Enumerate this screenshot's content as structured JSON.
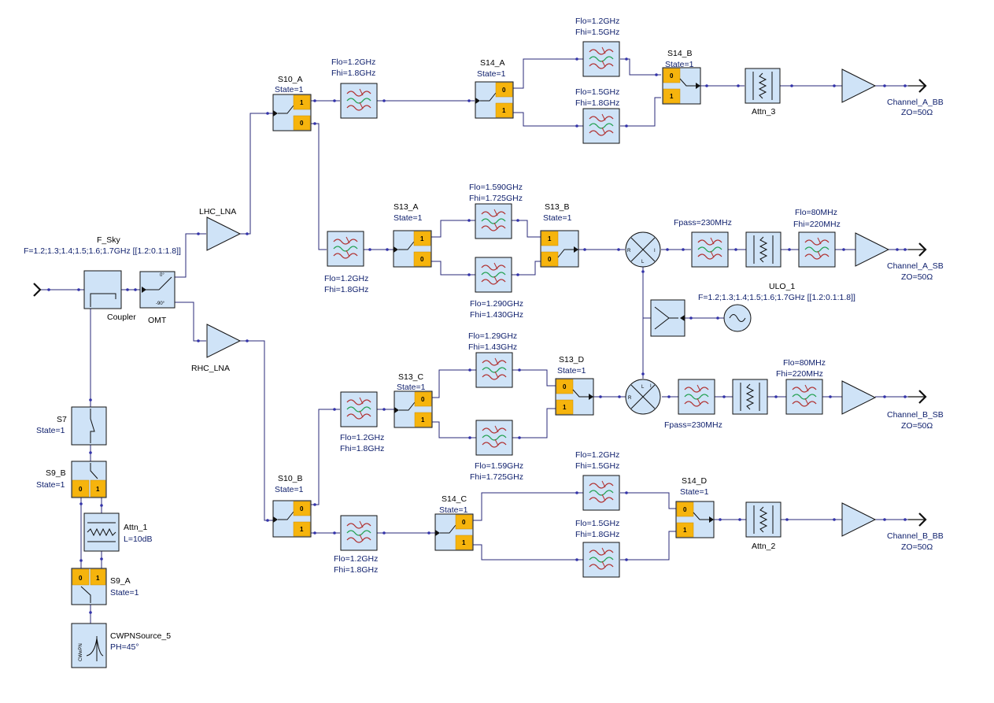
{
  "colors": {
    "block_fill": "#cfe3f7",
    "port_fill": "#f6b40d",
    "wire": "#28287a",
    "label": "#0c1d6b",
    "filter_red": "#b03030",
    "filter_green": "#22a050"
  },
  "ports": {
    "zero": "0",
    "one": "1"
  },
  "omt": {
    "deg0": "0°",
    "deg90": "-90°"
  },
  "mixer": {
    "r": "R",
    "i": "I",
    "l": "L"
  },
  "cwpn_inner": "CWwPN",
  "source": {
    "name": "F_Sky",
    "freq": "F=1.2;1.3;1.4;1.5;1.6;1.7GHz [[1.2:0.1:1.8]]"
  },
  "coupler": "Coupler",
  "omt_label": "OMT",
  "amps": {
    "lhc": "LHC_LNA",
    "rhc": "RHC_LNA"
  },
  "switches": {
    "s10a": {
      "name": "S10_A",
      "state": "State=1"
    },
    "s10b": {
      "name": "S10_B",
      "state": "State=1"
    },
    "s14a": {
      "name": "S14_A",
      "state": "State=1"
    },
    "s14b": {
      "name": "S14_B",
      "state": "State=1"
    },
    "s13a": {
      "name": "S13_A",
      "state": "State=1"
    },
    "s13b": {
      "name": "S13_B",
      "state": "State=1"
    },
    "s13c": {
      "name": "S13_C",
      "state": "State=1"
    },
    "s13d": {
      "name": "S13_D",
      "state": "State=1"
    },
    "s14c": {
      "name": "S14_C",
      "state": "State=1"
    },
    "s14d": {
      "name": "S14_D",
      "state": "State=1"
    },
    "s7": {
      "name": "S7",
      "state": "State=1"
    },
    "s9b": {
      "name": "S9_B",
      "state": "State=1"
    },
    "s9a": {
      "name": "S9_A",
      "state": "State=1"
    }
  },
  "filters": {
    "f_a_top_in": {
      "flo": "Flo=1.2GHz",
      "fhi": "Fhi=1.8GHz"
    },
    "f_a_up": {
      "flo": "Flo=1.2GHz",
      "fhi": "Fhi=1.5GHz"
    },
    "f_a_dn": {
      "flo": "Flo=1.5GHz",
      "fhi": "Fhi=1.8GHz"
    },
    "f_asb_in": {
      "flo": "Flo=1.2GHz",
      "fhi": "Fhi=1.8GHz"
    },
    "f_asb_up": {
      "flo": "Flo=1.590GHz",
      "fhi": "Fhi=1.725GHz"
    },
    "f_asb_dn": {
      "flo": "Flo=1.290GHz",
      "fhi": "Fhi=1.430GHz"
    },
    "f_asb_if_lp": {
      "label": "Fpass=230MHz"
    },
    "f_asb_if_bp": {
      "flo": "Flo=80MHz",
      "fhi": "Fhi=220MHz"
    },
    "f_bsb_in": {
      "flo": "Flo=1.2GHz",
      "fhi": "Fhi=1.8GHz"
    },
    "f_bsb_up": {
      "flo": "Flo=1.29GHz",
      "fhi": "Fhi=1.43GHz"
    },
    "f_bsb_dn": {
      "flo": "Flo=1.59GHz",
      "fhi": "Fhi=1.725GHz"
    },
    "f_bsb_if_lp": {
      "label": "Fpass=230MHz"
    },
    "f_bsb_if_bp": {
      "flo": "Flo=80MHz",
      "fhi": "Fhi=220MHz"
    },
    "f_bbb_in": {
      "flo": "Flo=1.2GHz",
      "fhi": "Fhi=1.8GHz"
    },
    "f_bbb_up": {
      "flo": "Flo=1.2GHz",
      "fhi": "Fhi=1.5GHz"
    },
    "f_bbb_dn": {
      "flo": "Flo=1.5GHz",
      "fhi": "Fhi=1.8GHz"
    }
  },
  "attenuators": {
    "attn3": "Attn_3",
    "attn2": "Attn_2",
    "attn1": "Attn_1",
    "attn1_l": "L=10dB"
  },
  "lo": {
    "name": "ULO_1",
    "freq": "F=1.2;1.3;1.4;1.5;1.6;1.7GHz [[1.2:0.1:1.8]]"
  },
  "outputs": {
    "a_bb": {
      "name": "Channel_A_BB",
      "z": "ZO=50Ω"
    },
    "a_sb": {
      "name": "Channel_A_SB",
      "z": "ZO=50Ω"
    },
    "b_sb": {
      "name": "Channel_B_SB",
      "z": "ZO=50Ω"
    },
    "b_bb": {
      "name": "Channel_B_BB",
      "z": "ZO=50Ω"
    }
  },
  "cwpn": {
    "name": "CWPNSource_5",
    "ph": "PH=45°"
  }
}
